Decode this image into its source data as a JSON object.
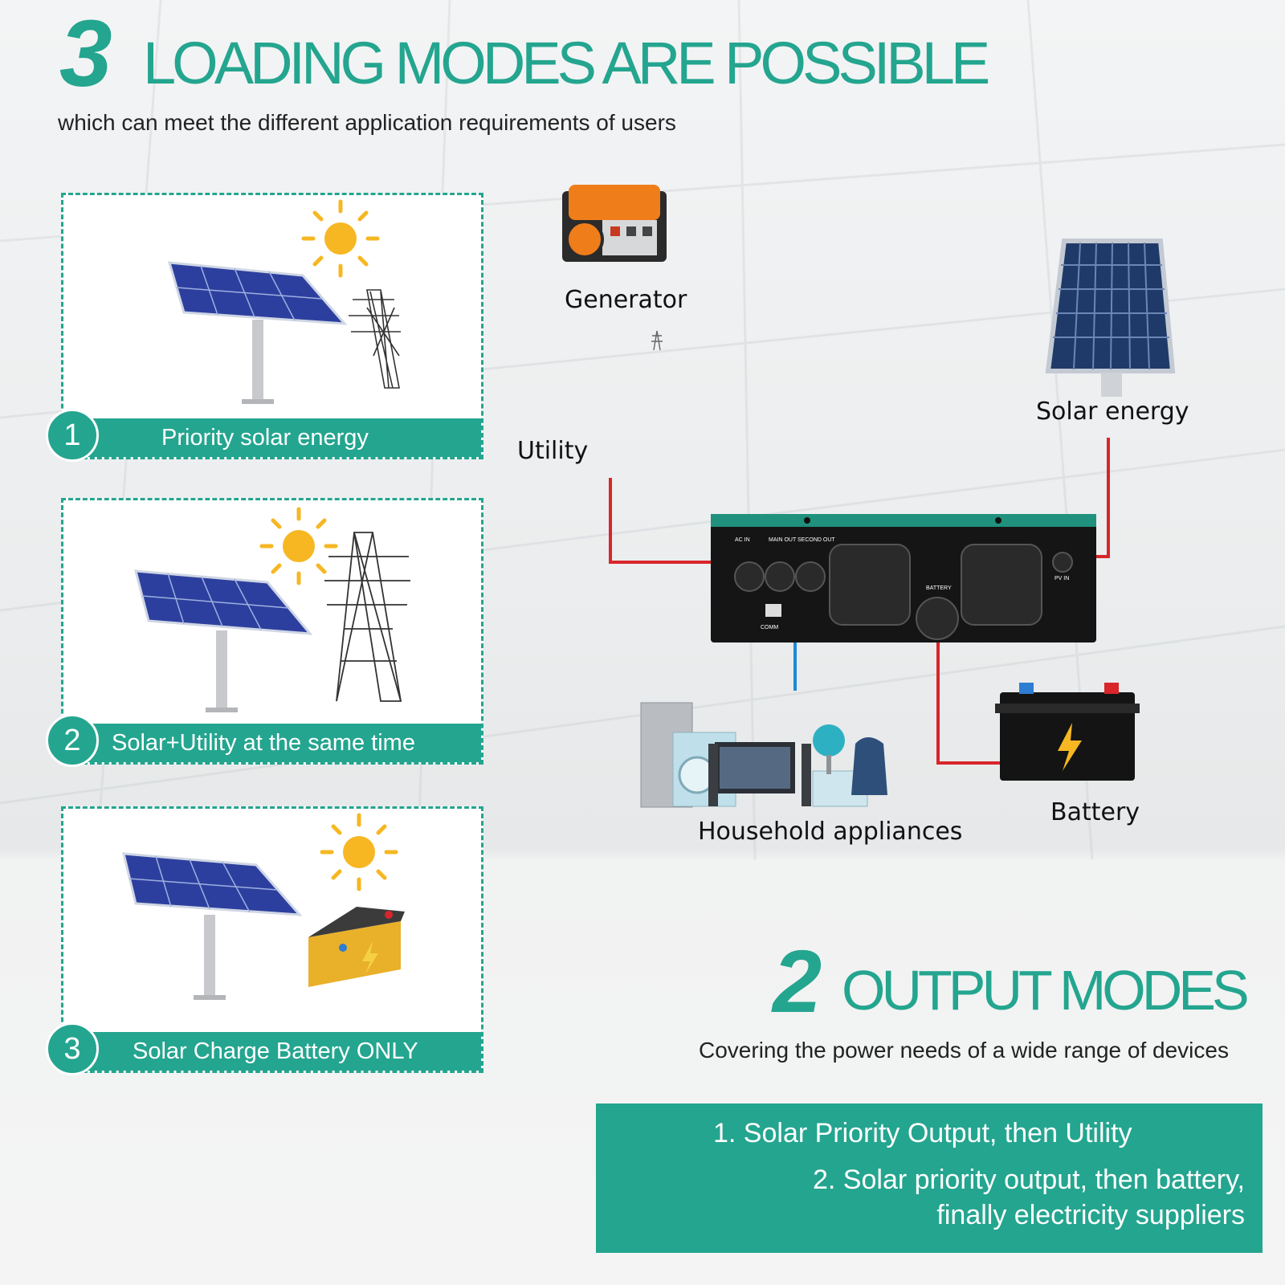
{
  "header": {
    "number": "3",
    "title": "LOADING MODES ARE POSSIBLE",
    "subtitle": "which can meet the different application requirements of users"
  },
  "modes": [
    {
      "number": "1",
      "label": "Priority solar energy"
    },
    {
      "number": "2",
      "label": "Solar+Utility at the same time"
    },
    {
      "number": "3",
      "label": "Solar Charge Battery ONLY"
    }
  ],
  "diagram": {
    "generator_label": "Generator",
    "utility_label": "Utility",
    "solar_label": "Solar energy",
    "appliances_label": "Household appliances",
    "battery_label": "Battery",
    "inverter_ports": {
      "ac_in": "AC IN",
      "main_out": "MAIN OUT",
      "second_out": "SECOND OUT",
      "battery": "BATTERY",
      "pv_in": "PV IN",
      "comm": "COMM"
    }
  },
  "output": {
    "number": "2",
    "title": "OUTPUT MODES",
    "subtitle": "Covering the power needs of a wide range of devices",
    "items": [
      "1. Solar Priority Output, then Utility",
      "2. Solar priority output, then battery,",
      "finally electricity suppliers"
    ]
  },
  "colors": {
    "accent": "#24a58f",
    "wire_red": "#d8262b",
    "wire_blue": "#1e88d8",
    "sun": "#f6b722",
    "panel": "#2d3f9e"
  }
}
